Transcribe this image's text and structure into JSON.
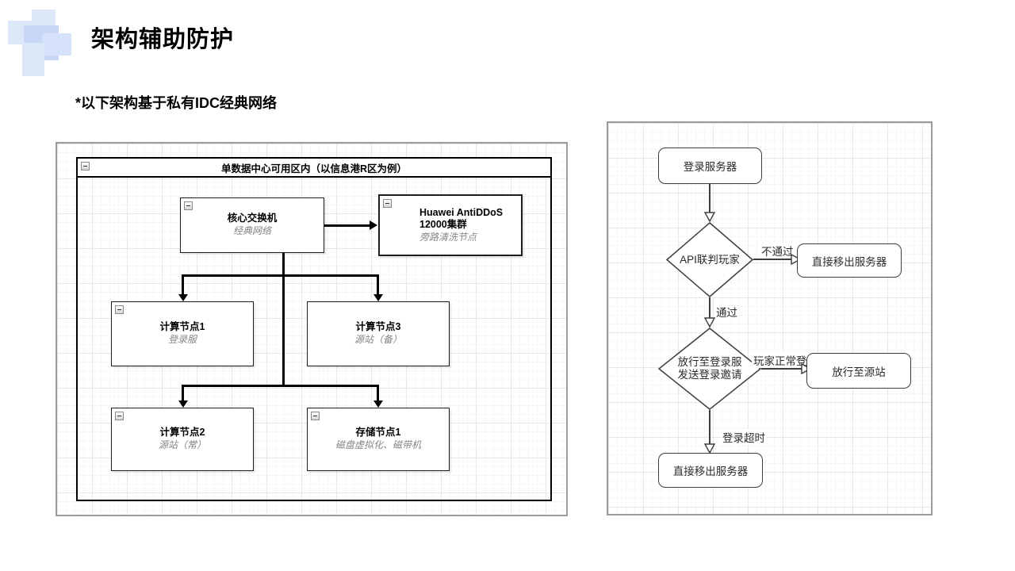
{
  "slide": {
    "title": "架构辅助防护",
    "subtitle": "*以下架构基于私有IDC经典网络"
  },
  "left": {
    "container_title": "单数据中心可用区内（以信息港R区为例）",
    "core": {
      "title": "核心交换机",
      "subtitle": "经典网络"
    },
    "anti": {
      "title_line1": "Huawei AntiDDoS",
      "title_line2": "12000集群",
      "subtitle": "旁路清洗节点"
    },
    "cn1": {
      "title": "计算节点1",
      "subtitle": "登录服"
    },
    "cn3": {
      "title": "计算节点3",
      "subtitle": "源站（备）"
    },
    "cn2": {
      "title": "计算节点2",
      "subtitle": "源站（常）"
    },
    "st1": {
      "title": "存储节点1",
      "subtitle": "磁盘虚拟化、磁带机"
    }
  },
  "right": {
    "start": "登录服务器",
    "decision1": "API联判玩家",
    "reject1": "直接移出服务器",
    "decision2_line1": "放行至登录服",
    "decision2_line2": "发送登录邀请",
    "allow": "放行至源站",
    "reject2": "直接移出服务器",
    "labels": {
      "fail": "不通过",
      "pass": "通过",
      "normal": "玩家正常登",
      "timeout": "登录超时"
    }
  },
  "icons": {
    "collapse": "collapse-minus-icon",
    "logo": "blue-squares-logo"
  },
  "colors": {
    "shape_stroke": "#3d3d3d",
    "connector_black": "#000000",
    "grid_minor": "#f6f6f6",
    "grid_major": "#e7e7e7",
    "panel_border": "#9b9b9b",
    "subtitle_gray": "#848484",
    "logo_blue_light": "#dce7fa",
    "logo_blue_mid": "#c9d7f6"
  }
}
